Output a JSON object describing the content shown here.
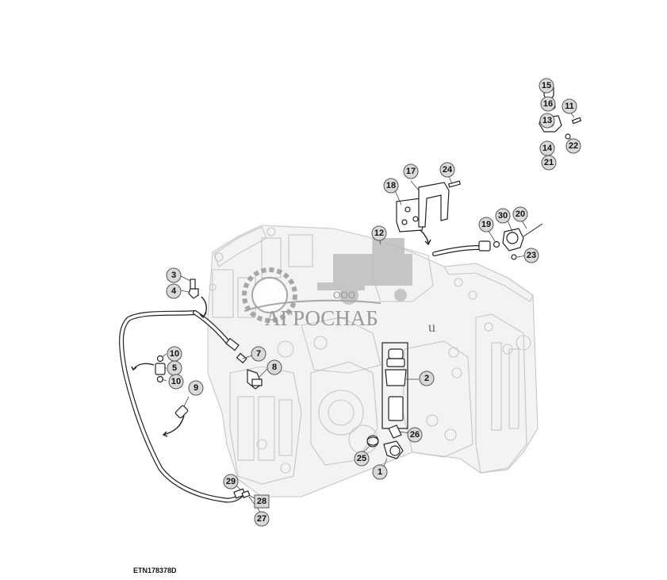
{
  "figure_code": "ETN178378D",
  "watermark": {
    "small_text": "ООО",
    "brand_text": "АГРОСНАБ",
    "suffix_text": "u"
  },
  "callouts": [
    {
      "id": "c15",
      "text": "15"
    },
    {
      "id": "c16",
      "text": "16"
    },
    {
      "id": "c11",
      "text": "11"
    },
    {
      "id": "c13",
      "text": "13"
    },
    {
      "id": "c22",
      "text": "22"
    },
    {
      "id": "c14",
      "text": "14"
    },
    {
      "id": "c21",
      "text": "21"
    },
    {
      "id": "c17",
      "text": "17"
    },
    {
      "id": "c24",
      "text": "24"
    },
    {
      "id": "c18",
      "text": "18"
    },
    {
      "id": "c12",
      "text": "12"
    },
    {
      "id": "c30",
      "text": "30"
    },
    {
      "id": "c20",
      "text": "20"
    },
    {
      "id": "c19",
      "text": "19"
    },
    {
      "id": "c23",
      "text": "23"
    },
    {
      "id": "c3",
      "text": "3"
    },
    {
      "id": "c4",
      "text": "4"
    },
    {
      "id": "c7",
      "text": "7"
    },
    {
      "id": "c8",
      "text": "8"
    },
    {
      "id": "c10a",
      "text": "10"
    },
    {
      "id": "c5",
      "text": "5"
    },
    {
      "id": "c10b",
      "text": "10"
    },
    {
      "id": "c9",
      "text": "9"
    },
    {
      "id": "c2",
      "text": "2"
    },
    {
      "id": "c26",
      "text": "26"
    },
    {
      "id": "c25",
      "text": "25"
    },
    {
      "id": "c1",
      "text": "1"
    },
    {
      "id": "c29",
      "text": "29"
    },
    {
      "id": "c28",
      "text": "28"
    },
    {
      "id": "c27",
      "text": "27"
    }
  ]
}
